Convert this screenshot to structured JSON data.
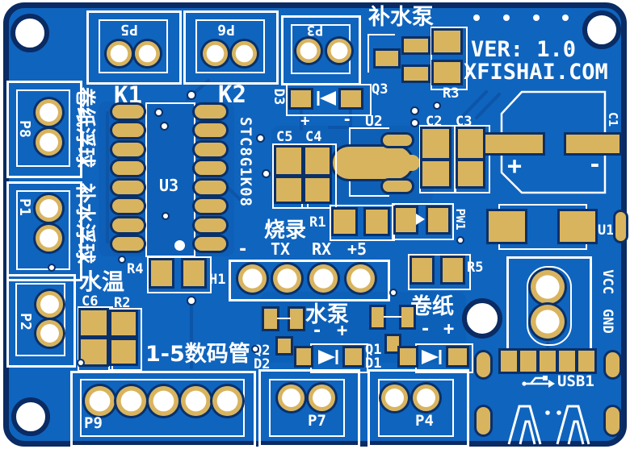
{
  "board": {
    "title": "补水泵",
    "version": "VER: 1.0",
    "website": "XFISHAI.COM",
    "colors": {
      "board": "#0f64be",
      "edge": "#0a2b63",
      "pad": "#d9b45f",
      "silk": "#ffffff",
      "trace": "#0c55a8"
    }
  },
  "connectors": {
    "p5": "P5",
    "p6": "P6",
    "p3": "P3",
    "p8": "P8",
    "p1": "P1",
    "p2": "P2",
    "p9": "P9",
    "p7": "P7",
    "p4": "P4",
    "h1": "H1",
    "k1": "K1",
    "k2": "K2",
    "usb": "USB1",
    "vcc": "VCC",
    "gnd": "GND"
  },
  "components": {
    "u1": "U1",
    "u2": "U2",
    "u3": "U3",
    "mcu_part": "STC8G1K08",
    "q1": "Q1",
    "q2": "Q2",
    "q3": "Q3",
    "d1": "D1",
    "d2": "D2",
    "d3": "D3",
    "r1": "R1",
    "r2": "R2",
    "r3": "R3",
    "r4": "R4",
    "r5": "R5",
    "c1": "C1",
    "c2": "C2",
    "c3": "C3",
    "c4": "C4",
    "c5": "C5",
    "c6": "C6",
    "pw1": "PW1"
  },
  "labels": {
    "paper_float": "卷纸浮球",
    "water_float": "补水浮球",
    "water_temp": "水温",
    "digit_tubes": "1-5数码管",
    "burn": "烧录",
    "tx": "TX",
    "rx": "RX",
    "plus5": "+5",
    "water_pump": "水泵",
    "paper_roll": "卷纸",
    "plus": "+",
    "minus": "-"
  }
}
